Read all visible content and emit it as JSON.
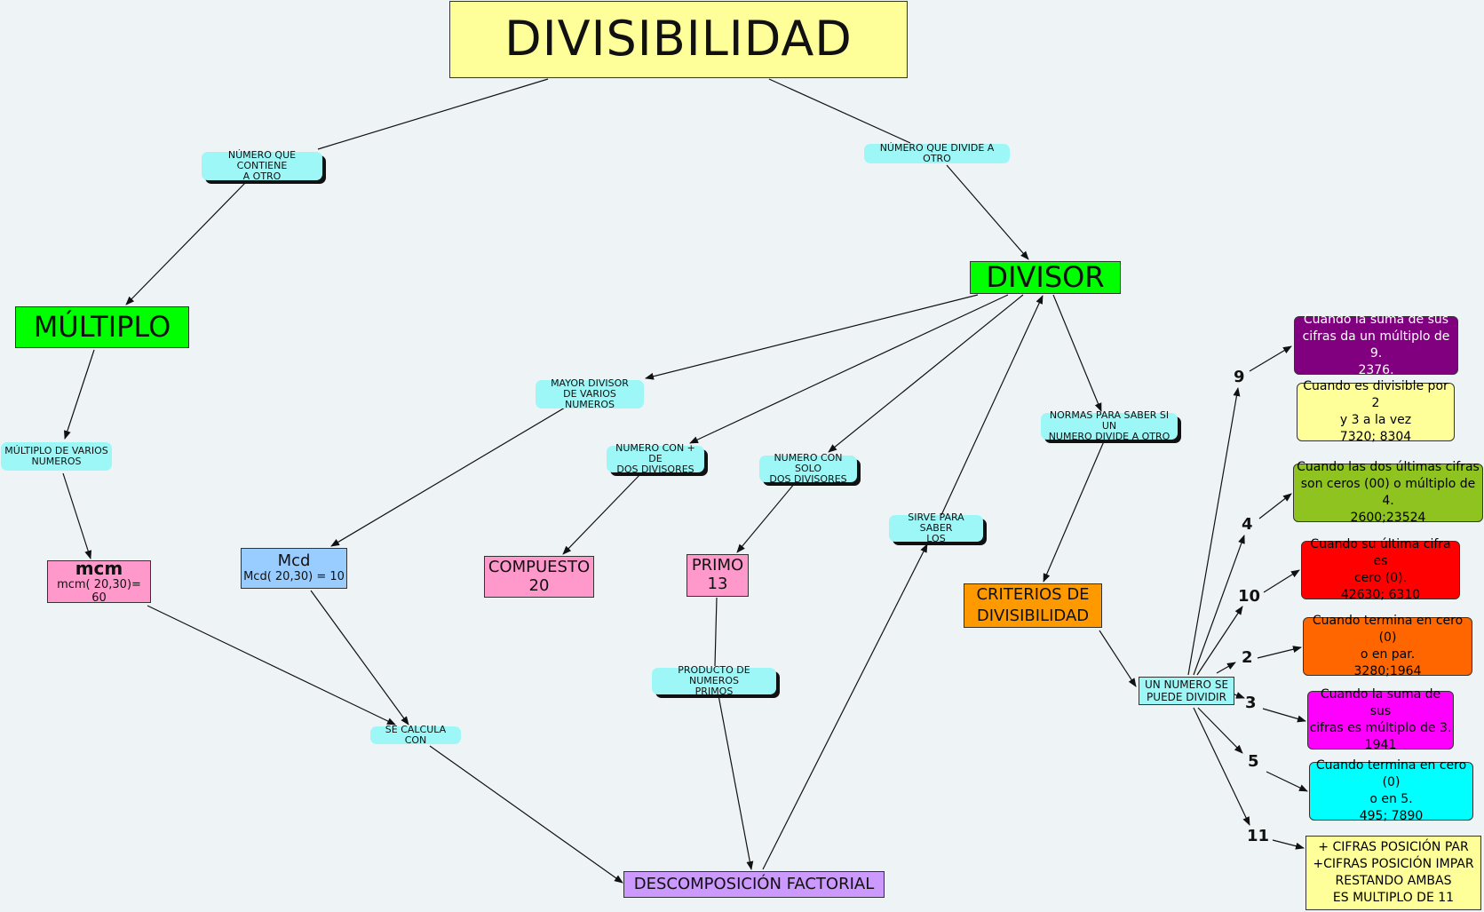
{
  "title": "DIVISIBILIDAD",
  "concepts": {
    "multiplo": "MÚLTIPLO",
    "divisor": "DIVISOR",
    "mcm_title": "mcm",
    "mcm_example": "mcm( 20,30)= 60",
    "mcd_title": "Mcd",
    "mcd_example": "Mcd( 20,30) = 10",
    "compuesto_title": "COMPUESTO",
    "compuesto_example": "20",
    "primo_title": "PRIMO",
    "primo_example": "13",
    "criterios_line1": "CRITERIOS DE",
    "criterios_line2": "DIVISIBILIDAD",
    "descomposicion": "DESCOMPOSICIÓN FACTORIAL",
    "un_numero_line1": "UN NUMERO SE",
    "un_numero_line2": "PUEDE DIVIDIR"
  },
  "links": {
    "contiene_line1": "NÚMERO QUE CONTIENE",
    "contiene_line2": "A OTRO",
    "divide": "NÚMERO QUE DIVIDE A OTRO",
    "multiplo_varios_line1": "MÚLTIPLO DE VARIOS",
    "multiplo_varios_line2": "NUMEROS",
    "mayor_divisor_line1": "MAYOR DIVISOR",
    "mayor_divisor_line2": "DE VARIOS NUMEROS",
    "mas_dos_line1": "NUMERO CON + DE",
    "mas_dos_line2": "DOS DIVISORES",
    "solo_dos_line1": "NUMERO CON SOLO",
    "solo_dos_line2": "DOS DIVISORES",
    "normas_line1": "NORMAS PARA SABER SI UN",
    "normas_line2": "NUMERO DIVIDE A OTRO",
    "sirve_line1": "SIRVE PARA SABER",
    "sirve_line2": "LOS",
    "producto_line1": "PRODUCTO DE NUMEROS",
    "producto_line2": "PRIMOS",
    "calcula": "SE CALCULA CON"
  },
  "criteria": [
    {
      "number": "9",
      "lines": [
        "Cuando la suma de sus",
        "cifras da un múltiplo de 9.",
        "2376."
      ],
      "color": "#800080",
      "text_color": "#ffffff"
    },
    {
      "number": "",
      "lines": [
        "Cuando es divisible por 2",
        "y 3 a la vez",
        "7320; 8304"
      ],
      "color": "#ffff99",
      "text_color": "#111111"
    },
    {
      "number": "4",
      "lines": [
        "Cuando las dos últimas cifras",
        "son ceros (00) o múltiplo de 4.",
        "2600;23524"
      ],
      "color": "#8fc31f",
      "text_color": "#111111"
    },
    {
      "number": "10",
      "lines": [
        "Cuando su última cifra es",
        "cero (0).",
        "42630; 6310"
      ],
      "color": "#ff0000",
      "text_color": "#111111"
    },
    {
      "number": "2",
      "lines": [
        "Cuando termina en cero (0)",
        "o en par.",
        "3280;1964"
      ],
      "color": "#ff6600",
      "text_color": "#111111"
    },
    {
      "number": "3",
      "lines": [
        "Cuando la suma de sus",
        "cifras es múltiplo de 3.",
        "1941"
      ],
      "color": "#ff00ff",
      "text_color": "#111111"
    },
    {
      "number": "5",
      "lines": [
        "Cuando termina en cero (0)",
        "o en 5.",
        "495; 7890"
      ],
      "color": "#00ffff",
      "text_color": "#111111"
    },
    {
      "number": "11",
      "lines": [
        "+ CIFRAS POSICIÓN PAR",
        "+CIFRAS POSICIÓN IMPAR",
        "RESTANDO AMBAS",
        "ES MULTIPLO DE 11"
      ],
      "color": "#ffff99",
      "text_color": "#111111"
    }
  ],
  "colors": {
    "background": "#eef4f6",
    "title": "#ffff99",
    "green": "#00ff00",
    "pink": "#ff99cc",
    "blue": "#99ccff",
    "orange": "#ff9900",
    "purple": "#cc99ff",
    "link": "#9ef7f7"
  }
}
